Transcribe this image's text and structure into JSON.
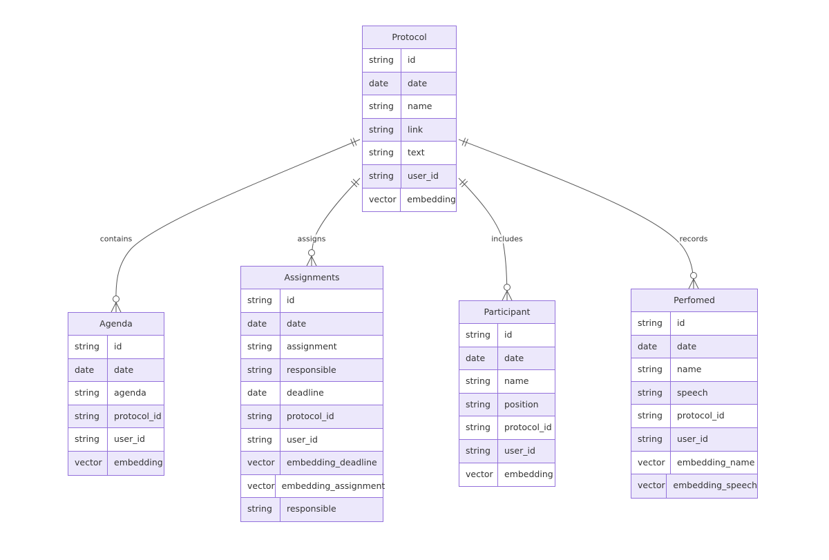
{
  "diagram": {
    "entities": [
      {
        "id": "protocol",
        "name": "Protocol",
        "attributes": [
          {
            "type": "string",
            "name": "id"
          },
          {
            "type": "date",
            "name": "date"
          },
          {
            "type": "string",
            "name": "name"
          },
          {
            "type": "string",
            "name": "link"
          },
          {
            "type": "string",
            "name": "text"
          },
          {
            "type": "string",
            "name": "user_id"
          },
          {
            "type": "vector",
            "name": "embedding"
          }
        ]
      },
      {
        "id": "agenda",
        "name": "Agenda",
        "attributes": [
          {
            "type": "string",
            "name": "id"
          },
          {
            "type": "date",
            "name": "date"
          },
          {
            "type": "string",
            "name": "agenda"
          },
          {
            "type": "string",
            "name": "protocol_id"
          },
          {
            "type": "string",
            "name": "user_id"
          },
          {
            "type": "vector",
            "name": "embedding"
          }
        ]
      },
      {
        "id": "assignments",
        "name": "Assignments",
        "attributes": [
          {
            "type": "string",
            "name": "id"
          },
          {
            "type": "date",
            "name": "date"
          },
          {
            "type": "string",
            "name": "assignment"
          },
          {
            "type": "string",
            "name": "responsible"
          },
          {
            "type": "date",
            "name": "deadline"
          },
          {
            "type": "string",
            "name": "protocol_id"
          },
          {
            "type": "string",
            "name": "user_id"
          },
          {
            "type": "vector",
            "name": "embedding_deadline"
          },
          {
            "type": "vector",
            "name": "embedding_assignment"
          },
          {
            "type": "string",
            "name": "responsible"
          }
        ]
      },
      {
        "id": "participant",
        "name": "Participant",
        "attributes": [
          {
            "type": "string",
            "name": "id"
          },
          {
            "type": "date",
            "name": "date"
          },
          {
            "type": "string",
            "name": "name"
          },
          {
            "type": "string",
            "name": "position"
          },
          {
            "type": "string",
            "name": "protocol_id"
          },
          {
            "type": "string",
            "name": "user_id"
          },
          {
            "type": "vector",
            "name": "embedding"
          }
        ]
      },
      {
        "id": "perfomed",
        "name": "Perfomed",
        "attributes": [
          {
            "type": "string",
            "name": "id"
          },
          {
            "type": "date",
            "name": "date"
          },
          {
            "type": "string",
            "name": "name"
          },
          {
            "type": "string",
            "name": "speech"
          },
          {
            "type": "string",
            "name": "protocol_id"
          },
          {
            "type": "string",
            "name": "user_id"
          },
          {
            "type": "vector",
            "name": "embedding_name"
          },
          {
            "type": "vector",
            "name": "embedding_speech"
          }
        ]
      }
    ],
    "relationships": [
      {
        "from": "protocol",
        "to": "agenda",
        "label": "contains",
        "from_cardinality": "exactly-one",
        "to_cardinality": "zero-or-many"
      },
      {
        "from": "protocol",
        "to": "assignments",
        "label": "assigns",
        "from_cardinality": "exactly-one",
        "to_cardinality": "zero-or-many"
      },
      {
        "from": "protocol",
        "to": "participant",
        "label": "includes",
        "from_cardinality": "exactly-one",
        "to_cardinality": "zero-or-many"
      },
      {
        "from": "protocol",
        "to": "perfomed",
        "label": "records",
        "from_cardinality": "exactly-one",
        "to_cardinality": "zero-or-many"
      }
    ],
    "colors": {
      "border": "#9370db",
      "header_fill": "#ece8fb",
      "alt_row_fill": "#ece8fb",
      "line": "#555555",
      "text": "#333333"
    }
  }
}
